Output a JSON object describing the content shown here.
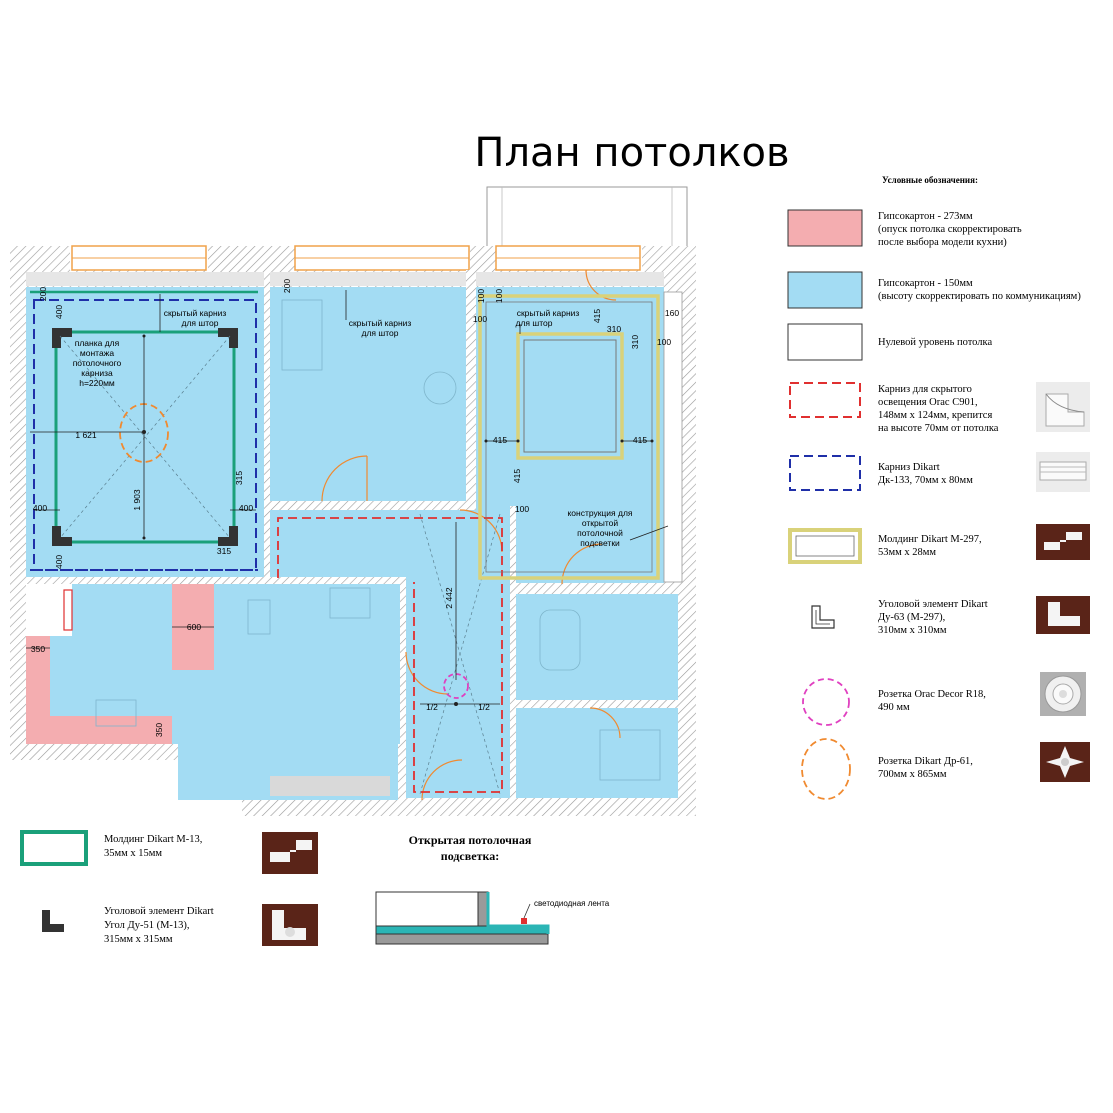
{
  "title": "План потолков",
  "legend": {
    "heading": "Условные обозначения:",
    "items": [
      {
        "lines": [
          "Гипсокартон - 273мм",
          "(опуск потолка скорректировать",
          "после выбора модели кухни)"
        ]
      },
      {
        "lines": [
          "Гипсокартон - 150мм",
          "(высоту скорректировать по коммуникациям)"
        ]
      },
      {
        "lines": [
          "Нулевой уровень потолка"
        ]
      },
      {
        "lines": [
          "Карниз для скрытого",
          "освещения Orac C901,",
          "148мм х 124мм, крепится",
          "на высоте 70мм от потолка"
        ]
      },
      {
        "lines": [
          "Карниз Dikart",
          "Дк-133, 70мм х 80мм"
        ]
      },
      {
        "lines": [
          "Молдинг Dikart М-297,",
          "53мм х 28мм"
        ]
      },
      {
        "lines": [
          "Уголовой элемент Dikart",
          "Ду-63 (М-297),",
          "310мм х 310мм"
        ]
      },
      {
        "lines": [
          "Розетка Orac Decor R18,",
          "490 мм"
        ]
      },
      {
        "lines": [
          "Розетка Dikart Др-61,",
          "700мм х 865мм"
        ]
      }
    ]
  },
  "bottom_legend": {
    "items": [
      {
        "lines": [
          "Молдинг Dikart М-13,",
          "35мм х 15мм"
        ]
      },
      {
        "lines": [
          "Уголовой элемент Dikart",
          "Угол Ду-51 (М-13),",
          "315мм х 315мм"
        ]
      }
    ],
    "section_title": [
      "Открытая потолочная",
      "подсветка:"
    ],
    "section_label": "светодиодная лента"
  },
  "plan_labels": {
    "curtain_left": [
      "скрытый карниз",
      "для штор"
    ],
    "curtain_mid": [
      "скрытый карниз",
      "для штор"
    ],
    "curtain_right": [
      "скрытый карниз",
      "для штор"
    ],
    "plank": [
      "планка для",
      "монтажа",
      "потолочного",
      "карниза",
      "h=220мм"
    ],
    "construction": [
      "конструкция для",
      "открытой",
      "потолочной",
      "подсветки"
    ]
  },
  "dimensions": {
    "d1621": "1 621",
    "d1903": "1 903",
    "d2442": "2 442",
    "d200": "200",
    "d400": "400",
    "d315": "315",
    "d600": "600",
    "d350": "350",
    "d415": "415",
    "d310": "310",
    "d100": "100",
    "d160": "160",
    "half": "1/2"
  },
  "colors": {
    "drywall_273": "#f4adb0",
    "drywall_150": "#a3dcf3",
    "zero_level": "#ffffff",
    "cornice_orac": "#e03030",
    "cornice_dikart": "#1f2fa8",
    "molding_297": "#d9d27a",
    "molding_m13": "#1aa07a",
    "rosette_orac": "#e040c0",
    "rosette_dikart": "#f08a30",
    "wall_hatch": "#999999"
  }
}
